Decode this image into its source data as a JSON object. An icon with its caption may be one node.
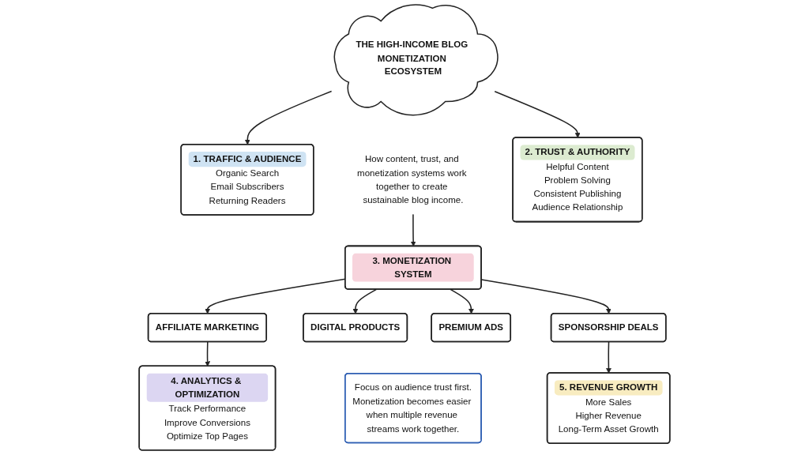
{
  "diagram": {
    "nodes": [
      {
        "text": [
          "THE HIGH-INCOME BLOG MONETIZATION ECOSYSTEM"
        ]
      },
      {
        "text": [
          "1. TRAFFIC & AUDIENCE",
          "Organic Search",
          "Email Subscribers",
          "Returning Readers"
        ]
      },
      {
        "text": [
          "2. TRUST & AUTHORITY",
          "Helpful Content",
          "Problem Solving",
          "Consistent Publishing",
          "Audience Relationship"
        ]
      },
      {
        "text": [
          "How content, trust, and monetization systems work together to create sustainable blog income."
        ]
      },
      {
        "text": [
          "3. MONETIZATION SYSTEM"
        ]
      },
      {
        "text": [
          "4. ANALYTICS & OPTIMIZATION",
          "Track Performance",
          "Improve Conversions",
          "Optimize Top Pages"
        ]
      },
      {
        "text": [
          "AFFILIATE MARKETING"
        ]
      },
      {
        "text": [
          "DIGITAL PRODUCTS"
        ]
      },
      {
        "text": [
          "PREMIUM ADS"
        ]
      },
      {
        "text": [
          "SPONSORSHIP DEALS"
        ]
      },
      {
        "text": [
          "5. REVENUE GROWTH",
          "More Sales",
          "Higher Revenue",
          "Long-Term Asset Growth"
        ]
      },
      {
        "text": [
          "Focus on audience trust first.",
          "Monetization becomes easier when multiple revenue streams work together."
        ]
      }
    ],
    "edges": [
      {
        "from": 0,
        "to": 1,
        "arrow": "to"
      },
      {
        "from": 0,
        "to": 2,
        "arrow": "to"
      },
      {
        "from": 3,
        "to": 4,
        "arrow": "to"
      },
      {
        "from": 4,
        "to": 6,
        "arrow": "to"
      },
      {
        "from": 4,
        "to": 7,
        "arrow": "to"
      },
      {
        "from": 4,
        "to": 8,
        "arrow": "to"
      },
      {
        "from": 4,
        "to": 9,
        "arrow": "to"
      },
      {
        "from": 6,
        "to": 5,
        "arrow": "to"
      },
      {
        "from": 9,
        "to": 10,
        "arrow": "to"
      }
    ]
  }
}
